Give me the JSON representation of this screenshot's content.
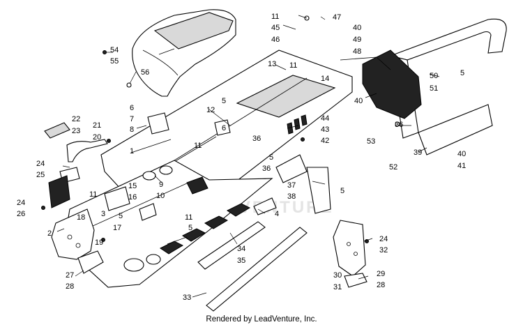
{
  "watermark": "LEADVENTURE",
  "credit": "Rendered by LeadVenture, Inc.",
  "callouts": [
    {
      "id": "c47",
      "text": "47"
    },
    {
      "id": "c11a",
      "text": "11"
    },
    {
      "id": "c45",
      "text": "45"
    },
    {
      "id": "c40a",
      "text": "40"
    },
    {
      "id": "c46",
      "text": "46"
    },
    {
      "id": "c49",
      "text": "49"
    },
    {
      "id": "c48",
      "text": "48"
    },
    {
      "id": "c13",
      "text": "13"
    },
    {
      "id": "c11b",
      "text": "11"
    },
    {
      "id": "c54",
      "text": "54"
    },
    {
      "id": "c55",
      "text": "55"
    },
    {
      "id": "c56",
      "text": "56"
    },
    {
      "id": "c14",
      "text": "14"
    },
    {
      "id": "c50",
      "text": "50"
    },
    {
      "id": "c5a",
      "text": "5"
    },
    {
      "id": "c51",
      "text": "51"
    },
    {
      "id": "c40b",
      "text": "40"
    },
    {
      "id": "c5b",
      "text": "5"
    },
    {
      "id": "c12",
      "text": "12"
    },
    {
      "id": "c6a",
      "text": "6"
    },
    {
      "id": "c7",
      "text": "7"
    },
    {
      "id": "c8",
      "text": "8"
    },
    {
      "id": "c22",
      "text": "22"
    },
    {
      "id": "c23",
      "text": "23"
    },
    {
      "id": "c21",
      "text": "21"
    },
    {
      "id": "c20",
      "text": "20"
    },
    {
      "id": "c6b",
      "text": "6"
    },
    {
      "id": "c44",
      "text": "44"
    },
    {
      "id": "c43",
      "text": "43"
    },
    {
      "id": "c42",
      "text": "42"
    },
    {
      "id": "c36a",
      "text": "36"
    },
    {
      "id": "c36b",
      "text": "36"
    },
    {
      "id": "c53",
      "text": "53"
    },
    {
      "id": "c1",
      "text": "1"
    },
    {
      "id": "c11c",
      "text": "11"
    },
    {
      "id": "c39",
      "text": "39"
    },
    {
      "id": "c40c",
      "text": "40"
    },
    {
      "id": "c41",
      "text": "41"
    },
    {
      "id": "c52",
      "text": "52"
    },
    {
      "id": "c24a",
      "text": "24"
    },
    {
      "id": "c25",
      "text": "25"
    },
    {
      "id": "c5c",
      "text": "5"
    },
    {
      "id": "c36c",
      "text": "36"
    },
    {
      "id": "c9",
      "text": "9"
    },
    {
      "id": "c10",
      "text": "10"
    },
    {
      "id": "c37",
      "text": "37"
    },
    {
      "id": "c38",
      "text": "38"
    },
    {
      "id": "c5d",
      "text": "5"
    },
    {
      "id": "c15",
      "text": "15"
    },
    {
      "id": "c16",
      "text": "16"
    },
    {
      "id": "c11d",
      "text": "11"
    },
    {
      "id": "c24b",
      "text": "24"
    },
    {
      "id": "c26",
      "text": "26"
    },
    {
      "id": "c3",
      "text": "3"
    },
    {
      "id": "c18",
      "text": "18"
    },
    {
      "id": "c5e",
      "text": "5"
    },
    {
      "id": "c4",
      "text": "4"
    },
    {
      "id": "c11e",
      "text": "11"
    },
    {
      "id": "c5f",
      "text": "5"
    },
    {
      "id": "c17",
      "text": "17"
    },
    {
      "id": "c2",
      "text": "2"
    },
    {
      "id": "c19",
      "text": "19"
    },
    {
      "id": "c24c",
      "text": "24"
    },
    {
      "id": "c32",
      "text": "32"
    },
    {
      "id": "c34",
      "text": "34"
    },
    {
      "id": "c35",
      "text": "35"
    },
    {
      "id": "c27",
      "text": "27"
    },
    {
      "id": "c28a",
      "text": "28"
    },
    {
      "id": "c30",
      "text": "30"
    },
    {
      "id": "c29",
      "text": "29"
    },
    {
      "id": "c31",
      "text": "31"
    },
    {
      "id": "c28b",
      "text": "28"
    },
    {
      "id": "c33",
      "text": "33"
    }
  ]
}
